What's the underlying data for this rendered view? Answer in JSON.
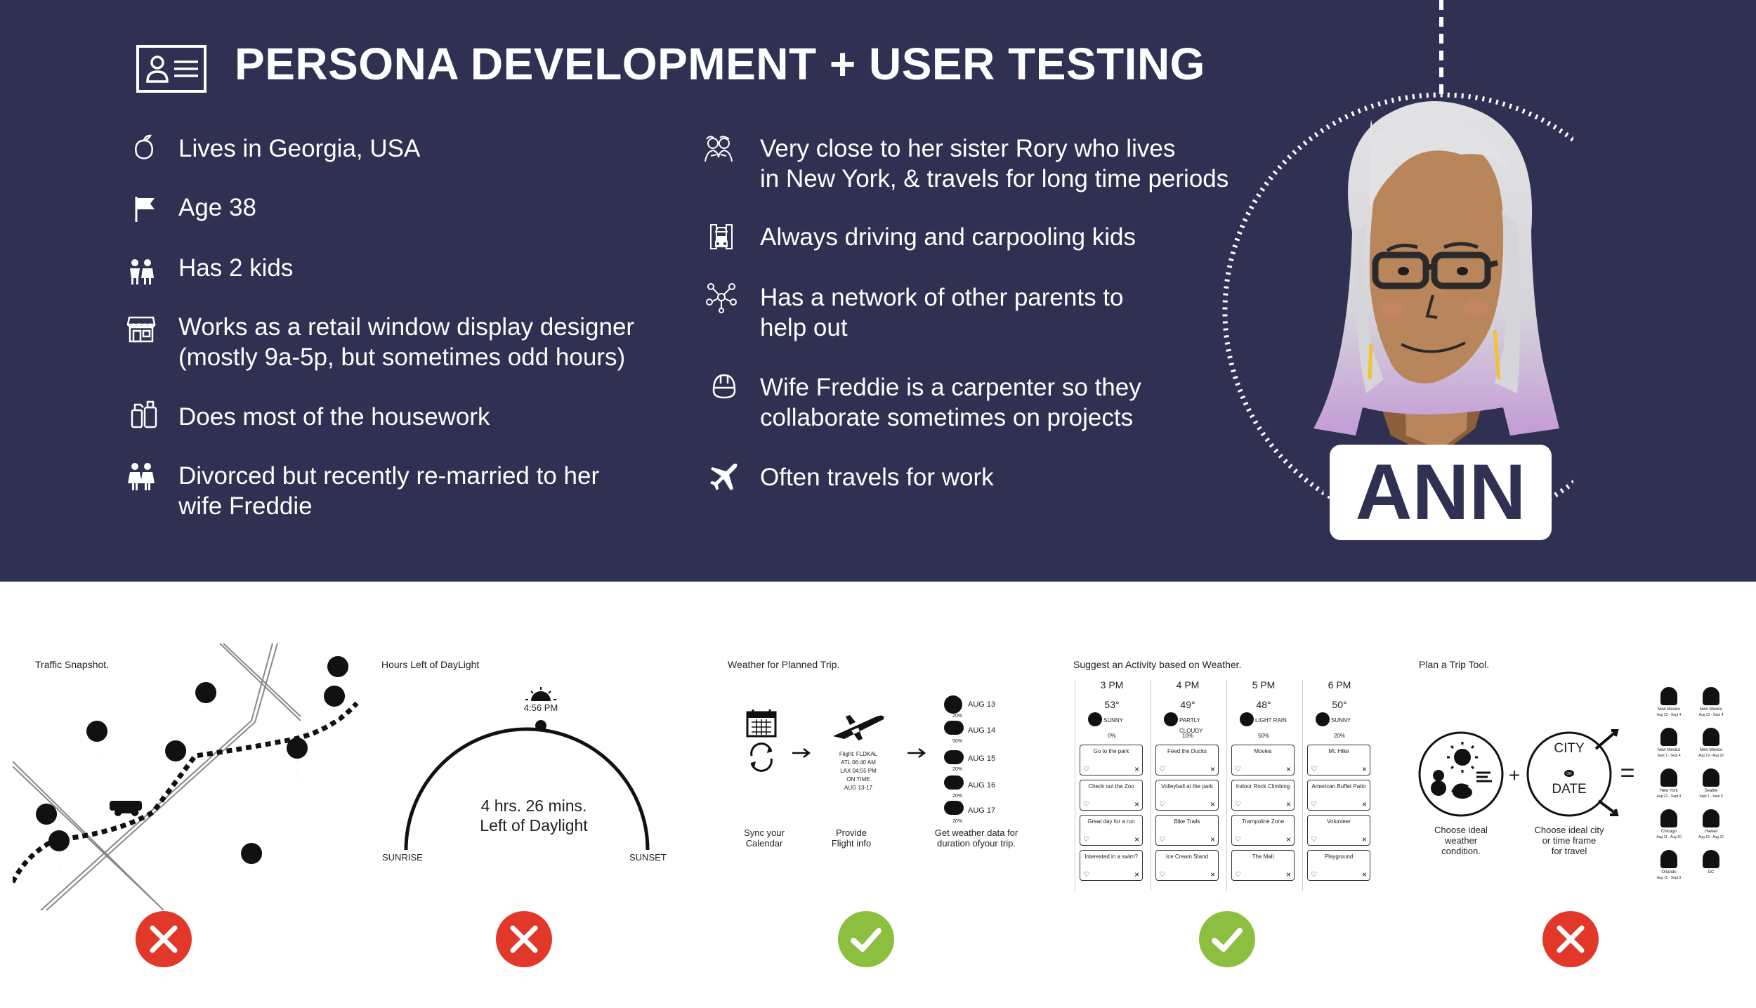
{
  "header": {
    "title": "PERSONA DEVELOPMENT + USER TESTING"
  },
  "persona": {
    "name": "ANN"
  },
  "traits_left": [
    {
      "icon": "peach-icon",
      "lines": [
        "Lives in Georgia, USA"
      ]
    },
    {
      "icon": "flag-icon",
      "lines": [
        "Age 38"
      ]
    },
    {
      "icon": "kids-icon",
      "lines": [
        "Has 2 kids"
      ]
    },
    {
      "icon": "storefront-icon",
      "lines": [
        "Works as a retail window display designer",
        "(mostly 9a-5p, but sometimes odd hours)"
      ]
    },
    {
      "icon": "cleaning-supplies-icon",
      "lines": [
        "Does most of the housework"
      ]
    },
    {
      "icon": "couple-icon",
      "lines": [
        "Divorced but recently re-married to her",
        "wife Freddie"
      ]
    }
  ],
  "traits_right": [
    {
      "icon": "sisters-icon",
      "lines": [
        "Very close to her sister Rory who lives",
        "in New York, & travels for long time periods"
      ]
    },
    {
      "icon": "car-icon",
      "lines": [
        "Always driving and carpooling kids"
      ]
    },
    {
      "icon": "network-icon",
      "lines": [
        "Has a network of other parents to",
        "help out"
      ]
    },
    {
      "icon": "helmet-icon",
      "lines": [
        "Wife Freddie is a carpenter so they",
        "collaborate sometimes on projects"
      ]
    },
    {
      "icon": "airplane-icon",
      "lines": [
        "Often travels for work"
      ]
    }
  ],
  "tests": [
    {
      "title": "Traffic Snapshot.",
      "result": "rejected"
    },
    {
      "title": "Hours Left of DayLight",
      "result": "rejected",
      "time": "4:56 PM",
      "duration": "4 hrs. 26 mins.",
      "duration_sub": "Left of Daylight",
      "sunrise": "SUNRISE",
      "sunset": "SUNSET"
    },
    {
      "title": "Weather for Planned Trip.",
      "result": "approved",
      "steps": [
        "Sync your\nCalendar",
        "Provide\nFlight info",
        "Get weather data for\nduration ofyour trip."
      ],
      "flight_lines": [
        "Flight: FLDKAL",
        "ATL 06:40 AM",
        "LAX 04:55 PM",
        "ON TIME",
        "AUG 13-17"
      ],
      "days": [
        "AUG 13",
        "AUG 14",
        "AUG 15",
        "AUG 16",
        "AUG 17"
      ],
      "day_pcts": [
        "20%",
        "50%",
        "20%",
        "20%",
        "20%"
      ]
    },
    {
      "title": "Suggest an Activity based on Weather.",
      "result": "approved",
      "columns": [
        {
          "time": "3 PM",
          "temp": "53°",
          "cond": "SUNNY",
          "pct": "0%",
          "acts": [
            "Go to the park",
            "Check out the Zoo",
            "Great day for a run",
            "Interested in a swim?"
          ]
        },
        {
          "time": "4 PM",
          "temp": "49°",
          "cond": "PARTLY CLOUDY",
          "pct": "10%",
          "acts": [
            "Feed the Ducks",
            "Volleyball at the park",
            "Bike Trails",
            "Ice Cream Stand"
          ]
        },
        {
          "time": "5 PM",
          "temp": "48°",
          "cond": "LIGHT RAIN",
          "pct": "50%",
          "acts": [
            "Movies",
            "Indoor Rock Climbing",
            "Trampoline Zone",
            "The Mall"
          ]
        },
        {
          "time": "6 PM",
          "temp": "50°",
          "cond": "SUNNY",
          "pct": "20%",
          "acts": [
            "Mt. Hike",
            "American Buffet Patio",
            "Volunteer",
            "Playground"
          ]
        }
      ]
    },
    {
      "title": "Plan a Trip Tool.",
      "result": "rejected",
      "left_caption": "Choose ideal\nweather\ncondition.",
      "city": "CITY",
      "or": "OR",
      "date": "DATE",
      "mid_caption": "Choose ideal city\nor time frame\nfor travel",
      "destinations": [
        [
          "New Mexico",
          "Aug 22 - Sept 4"
        ],
        [
          "New Mexico",
          "Aug 22 - Sept 4"
        ],
        [
          "New Mexico",
          "Sept 1 - Sept 4"
        ],
        [
          "New Mexico",
          "Aug 19 - Aug 22"
        ],
        [
          "New York",
          "Aug 22 - Sept 4"
        ],
        [
          "Seattle",
          "Sept 1 - Sept 9"
        ],
        [
          "Chicago",
          "Aug 11 - Aug 20"
        ],
        [
          "Hawaii",
          "Aug 19 - Aug 22"
        ],
        [
          "Orlando",
          "Aug 11 - Sept 9"
        ],
        [
          "DC",
          ""
        ]
      ]
    }
  ],
  "colors": {
    "navy": "#2f3052",
    "reject": "#e2382a",
    "approve": "#8cbf3f",
    "hair": "#d9d9dc",
    "hair_tip": "#c9a0dc",
    "skin": "#b9855a"
  }
}
